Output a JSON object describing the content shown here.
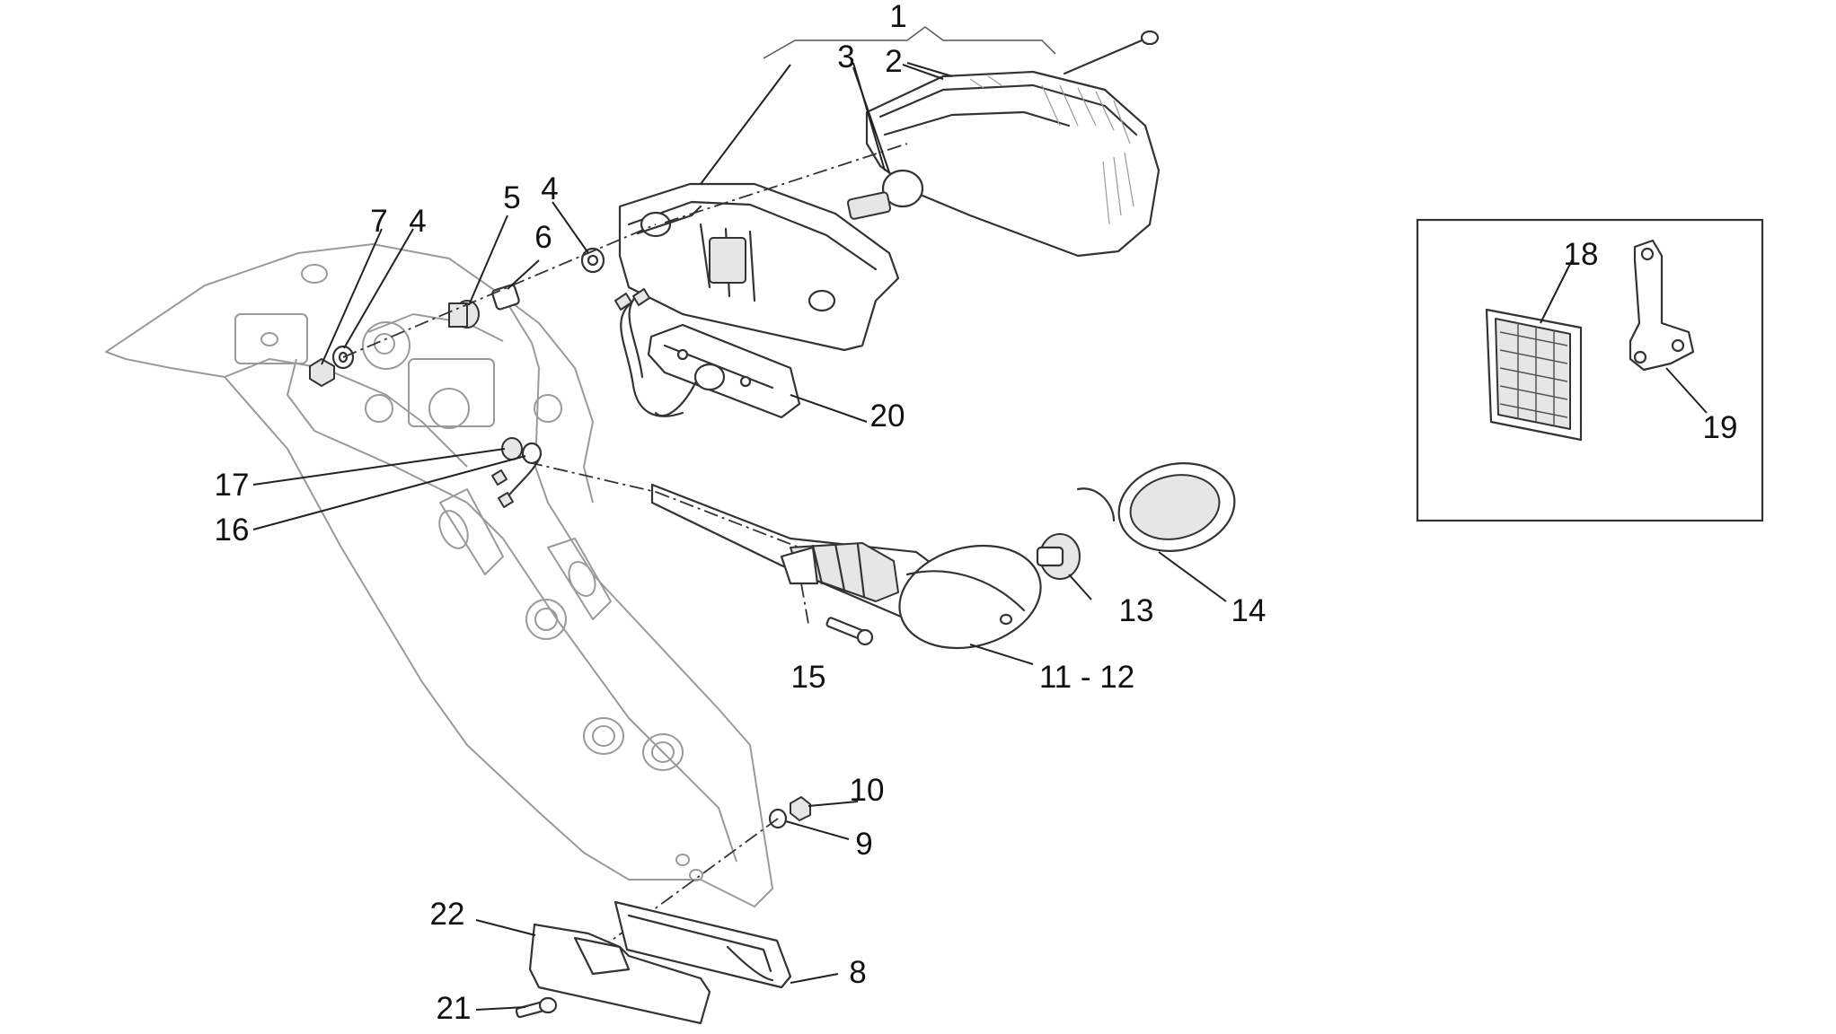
{
  "diagram": {
    "callouts": [
      {
        "id": "c1",
        "text": "1"
      },
      {
        "id": "c2",
        "text": "2"
      },
      {
        "id": "c3",
        "text": "3"
      },
      {
        "id": "c4a",
        "text": "4"
      },
      {
        "id": "c4b",
        "text": "4"
      },
      {
        "id": "c5",
        "text": "5"
      },
      {
        "id": "c6",
        "text": "6"
      },
      {
        "id": "c7",
        "text": "7"
      },
      {
        "id": "c8",
        "text": "8"
      },
      {
        "id": "c9",
        "text": "9"
      },
      {
        "id": "c10",
        "text": "10"
      },
      {
        "id": "c11",
        "text": "11 - 12"
      },
      {
        "id": "c13",
        "text": "13"
      },
      {
        "id": "c14",
        "text": "14"
      },
      {
        "id": "c15",
        "text": "15"
      },
      {
        "id": "c16",
        "text": "16"
      },
      {
        "id": "c17",
        "text": "17"
      },
      {
        "id": "c18",
        "text": "18"
      },
      {
        "id": "c19",
        "text": "19"
      },
      {
        "id": "c20",
        "text": "20"
      },
      {
        "id": "c21",
        "text": "21"
      },
      {
        "id": "c22",
        "text": "22"
      }
    ]
  }
}
